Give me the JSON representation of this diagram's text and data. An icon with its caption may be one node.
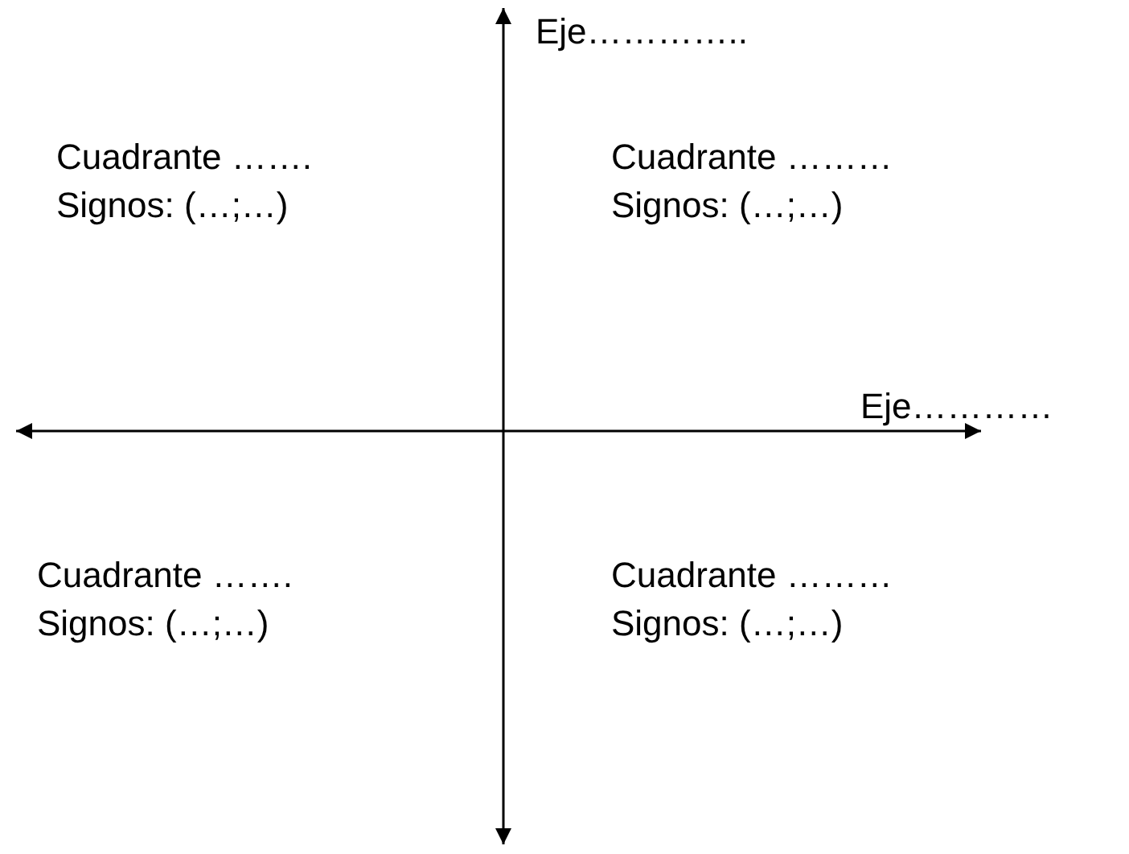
{
  "diagram": {
    "labels": [
      "Eje…………..",
      "Cuadrante …….",
      "Signos: (…;…)",
      "Cuadrante ………",
      "Signos: (…;…)",
      "Eje…………",
      "Cuadrante …….",
      "Signos: (…;…)",
      "Cuadrante ………",
      "Signos: (…;…)"
    ]
  }
}
